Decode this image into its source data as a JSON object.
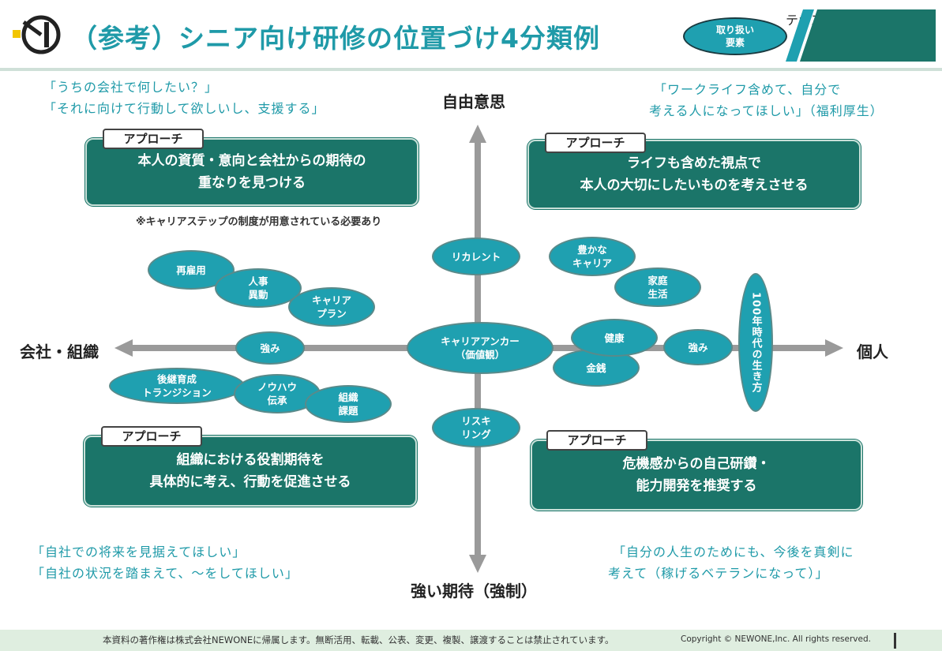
{
  "header": {
    "title": "（参考）シニア向け研修の位置づけ4分類例",
    "tag_lines": [
      "取り扱い",
      "要素"
    ],
    "text_label": "テキスト"
  },
  "axes": {
    "top": "自由意思",
    "bottom": "強い期待（強制）",
    "left": "会社・組織",
    "right": "個人"
  },
  "quotes": {
    "top_left": [
      "「うちの会社で何したい？」",
      "「それに向けて行動して欲しいし、支援する」"
    ],
    "top_right": [
      "「ワークライフ含めて、自分で",
      "考える人になってほしい」（福利厚生）"
    ],
    "bottom_left": [
      "「自社での将来を見据えてほしい」",
      "「自社の状況を踏まえて、〜をしてほしい」"
    ],
    "bottom_right": [
      "「自分の人生のためにも、今後を真剣に",
      "考えて（稼げるベテランになって）」"
    ]
  },
  "approaches": {
    "tab_label": "アプローチ",
    "top_left": [
      "本人の資質・意向と会社からの期待の",
      "重なりを見つける"
    ],
    "top_right": [
      "ライフも含めた視点で",
      "本人の大切にしたいものを考えさせる"
    ],
    "bottom_left": [
      "組織における役割期待を",
      "具体的に考え、行動を促進させる"
    ],
    "bottom_right": [
      "危機感からの自己研鑽・",
      "能力開発を推奨する"
    ],
    "note": "※キャリアステップの制度が用意されている必要あり"
  },
  "bubbles": {
    "rehire": [
      "再雇用"
    ],
    "transfer": [
      "人事",
      "異動"
    ],
    "career_plan": [
      "キャリア",
      "プラン"
    ],
    "strength_left": [
      "強み"
    ],
    "succession": [
      "後継育成",
      "トランジション"
    ],
    "knowhow": [
      "ノウハウ",
      "伝承"
    ],
    "org_issue": [
      "組織",
      "課題"
    ],
    "recurrent": [
      "リカレント"
    ],
    "career_anchor": [
      "キャリアアンカー",
      "（価値観）"
    ],
    "reskilling": [
      "リスキ",
      "リング"
    ],
    "rich_career": [
      "豊かな",
      "キャリア"
    ],
    "family": [
      "家庭",
      "生活"
    ],
    "health": [
      "健康"
    ],
    "money": [
      "金銭"
    ],
    "strength_right": [
      "強み"
    ],
    "life100": "100年時代の生き方"
  },
  "footer": {
    "notice": "本資料の著作権は株式会社NEWONEに帰属します。無断活用、転載、公表、変更、複製、譲渡することは禁止されています。",
    "copyright": "Copyright © NEWONE,Inc.  All rights reserved."
  },
  "colors": {
    "teal": "#1fa0b0",
    "dark_teal": "#1b7569",
    "axis_gray": "#9a9a9a"
  }
}
